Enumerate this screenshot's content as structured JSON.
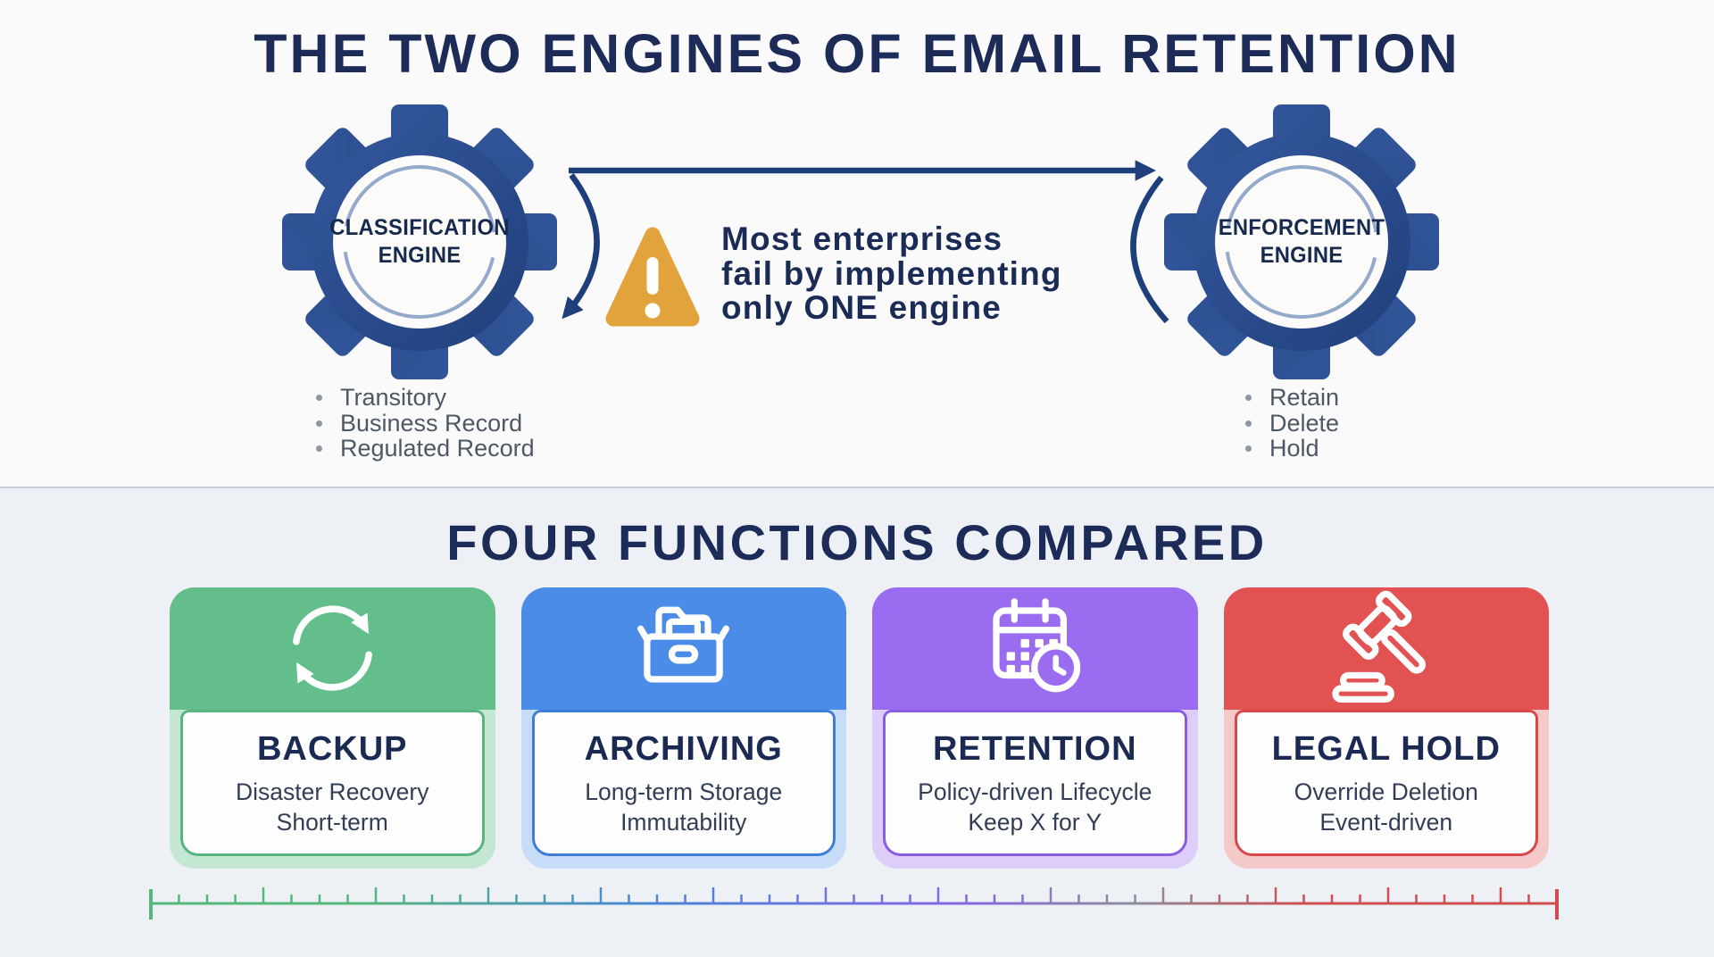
{
  "top_section": {
    "title": "THE TWO ENGINES OF EMAIL RETENTION",
    "classification_gear": {
      "label_line1": "CLASSIFICATION",
      "label_line2": "ENGINE",
      "bullets": [
        "Transitory",
        "Business Record",
        "Regulated Record"
      ]
    },
    "enforcement_gear": {
      "label_line1": "ENFORCEMENT",
      "label_line2": "ENGINE",
      "bullets": [
        "Retain",
        "Delete",
        "Hold"
      ]
    },
    "warning": {
      "lines": [
        "Most enterprises",
        "fail by implementing",
        "only ONE engine"
      ],
      "icon": "warning-triangle-icon",
      "icon_color": "#e2a33d"
    }
  },
  "bottom_section": {
    "title": "FOUR FUNCTIONS COMPARED",
    "cards": [
      {
        "title": "BACKUP",
        "lines": [
          "Disaster Recovery",
          "Short-term"
        ],
        "icon": "sync-icon",
        "color": "#63be8c",
        "tint": "#c3e7d3",
        "border": "#58b47f"
      },
      {
        "title": "ARCHIVING",
        "lines": [
          "Long-term Storage",
          "Immutability"
        ],
        "icon": "archive-box-icon",
        "color": "#4a8ce8",
        "tint": "#c7dcf8",
        "border": "#3e7ed8"
      },
      {
        "title": "RETENTION",
        "lines": [
          "Policy-driven Lifecycle",
          "Keep X for Y"
        ],
        "icon": "calendar-clock-icon",
        "color": "#9a6cf0",
        "tint": "#dccdf9",
        "border": "#8a5ce6"
      },
      {
        "title": "LEGAL HOLD",
        "lines": [
          "Override Deletion",
          "Event-driven"
        ],
        "icon": "gavel-icon",
        "color": "#e25252",
        "tint": "#f6c9c9",
        "border": "#d84848"
      }
    ],
    "timeline_colors": [
      "#54b87b",
      "#4a84d6",
      "#8766e2",
      "#8d8d99",
      "#cf4d4d"
    ]
  },
  "colors": {
    "navy_text": "#1c2b57",
    "gear_blue": "#2b4a8a",
    "arrow_blue": "#1f3f7c",
    "bullet_text": "#4d5866",
    "top_bg": "#fbfafa",
    "bottom_bg": "#edf1f6",
    "divider": "#c9ced6"
  }
}
